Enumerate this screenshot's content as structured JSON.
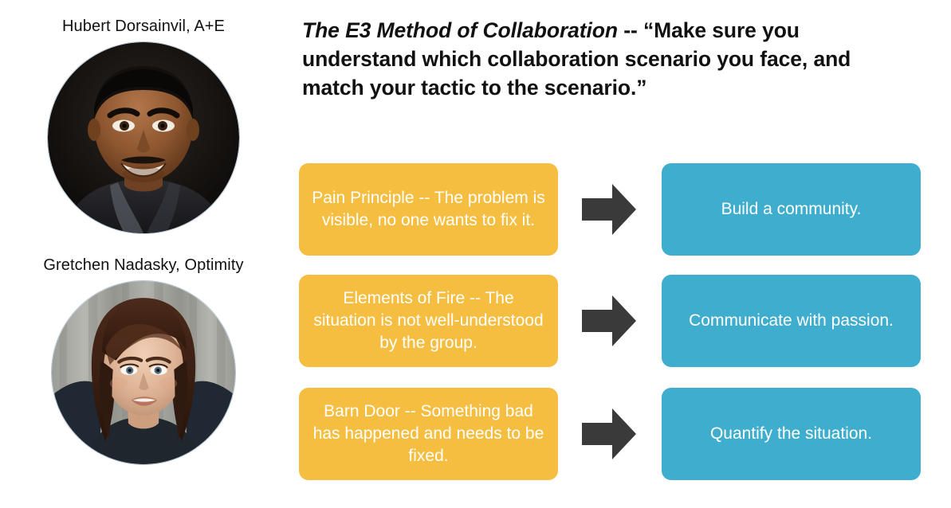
{
  "slide": {
    "headline": {
      "emphasis": "The E3 Method of Collaboration",
      "rest": " -- “Make sure you understand which collaboration scenario you face, and match your tactic to the scenario.”"
    }
  },
  "speakers": [
    {
      "name": "Hubert Dorsainvil, A+E",
      "photo": "headshot-hubert-dorsainvil"
    },
    {
      "name": "Gretchen Nadasky, Optimity",
      "photo": "headshot-gretchen-nadasky"
    }
  ],
  "flow": {
    "arrow_icon": "arrow-right-icon",
    "rows": [
      {
        "scenario": "Pain Principle -- The problem is visible, no one wants to fix it.",
        "tactic": "Build a community."
      },
      {
        "scenario": "Elements of Fire -- The situation is not well-understood by the group.",
        "tactic": "Communicate with passion."
      },
      {
        "scenario": "Barn Door -- Something bad has happened and needs to be fixed.",
        "tactic": "Quantify the situation."
      }
    ]
  },
  "colors": {
    "scenario_card": "#F5BE41",
    "tactic_card": "#3FADCE",
    "arrow": "#3A3A3A",
    "background": "#FFFFFF",
    "text_dark": "#111111",
    "text_on_card": "#FFFFFF"
  }
}
